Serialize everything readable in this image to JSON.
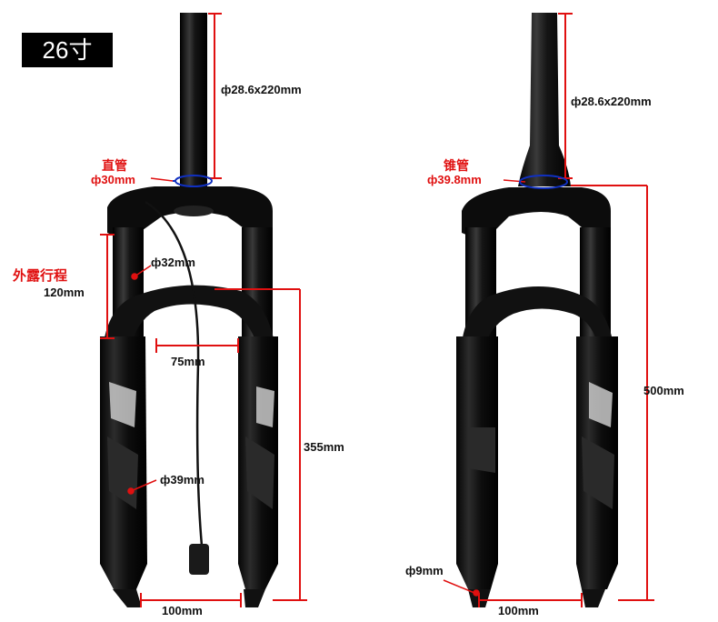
{
  "badge": "26寸",
  "colors": {
    "dimension": "#e01010",
    "marker": "#1030c0",
    "fork": "#0a0a0a",
    "text": "#111111"
  },
  "left_fork": {
    "steerer_dim": "ф28.6x220mm",
    "steerer_type": "直管",
    "steerer_dia": "ф30mm",
    "travel_title": "外露行程",
    "travel_value": "120mm",
    "upper_tube": "ф32mm",
    "arch_gap": "75mm",
    "lower_length": "355mm",
    "lower_tube": "ф39mm",
    "axle_width": "100mm"
  },
  "right_fork": {
    "steerer_dim": "ф28.6x220mm",
    "steerer_type": "锥管",
    "steerer_dia": "ф39.8mm",
    "total_length": "500mm",
    "axle": "ф9mm",
    "axle_width": "100mm"
  }
}
